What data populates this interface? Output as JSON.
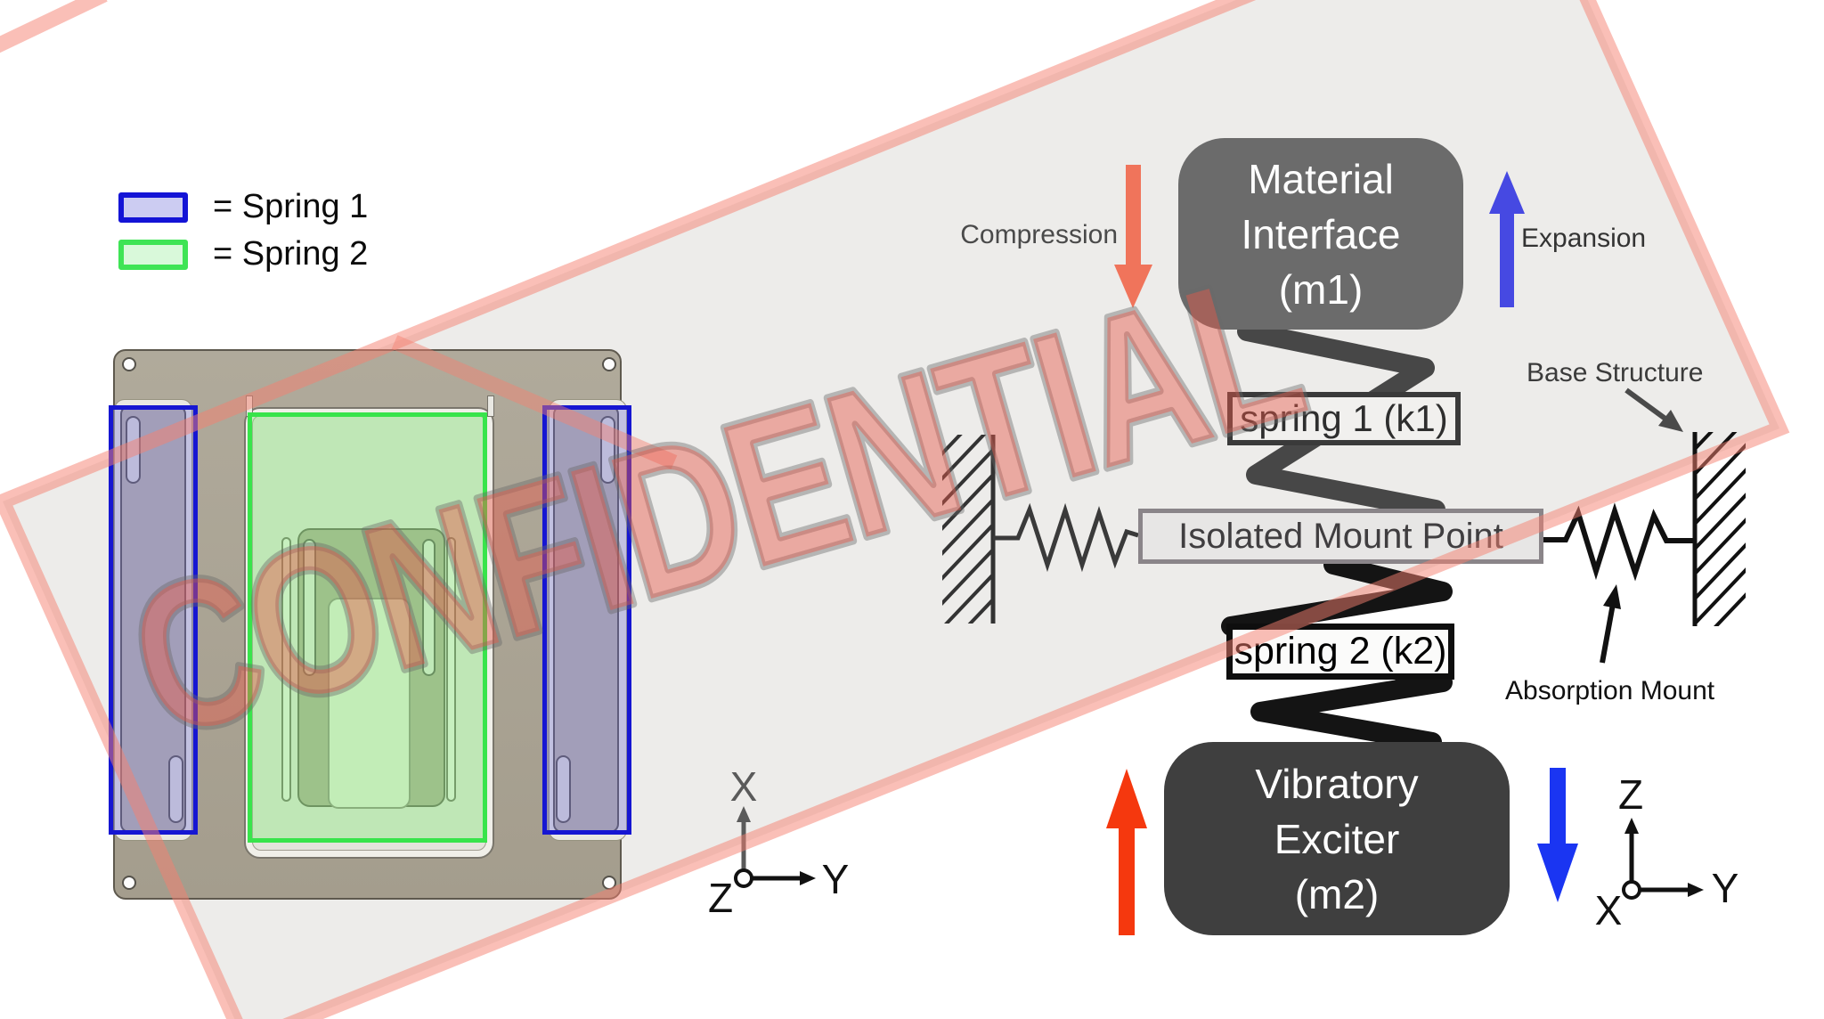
{
  "watermark": {
    "text": "CONFIDENTIAL"
  },
  "legend": {
    "item1": {
      "label": "= Spring 1",
      "color": "#1414D6"
    },
    "item2": {
      "label": "= Spring 2",
      "color": "#3FE455"
    }
  },
  "schematic": {
    "mass1": {
      "line1": "Material",
      "line2": "Interface",
      "line3": "(m1)"
    },
    "mass2": {
      "line1": "Vibratory",
      "line2": "Exciter",
      "line3": "(m2)"
    },
    "spring1_label": "spring 1 (k1)",
    "spring2_label": "spring 2 (k2)",
    "mount_label": "Isolated Mount Point",
    "compression_label": "Compression",
    "expansion_label": "Expansion",
    "base_structure_label": "Base Structure",
    "absorption_mount_label": "Absorption Mount",
    "axes_left": {
      "up": "X",
      "right": "Y",
      "out": "Z"
    },
    "axes_right": {
      "up": "Z",
      "right": "Y",
      "out": "X"
    }
  },
  "colors": {
    "spring1_overlay": "#1414D6",
    "spring2_overlay": "#3FE455",
    "compression_arrow": "#F0745B",
    "expansion_arrow": "#4649E2",
    "excite_arrow": "#F5380E",
    "response_arrow": "#1A35F2",
    "band_fill": "#EDECEA",
    "band_border": "#F78070",
    "watermark_pink": "#E75A4A",
    "mass1_fill": "#6B6B6B",
    "mass2_fill": "#3F3F3F",
    "plate_tan": "#A9A293"
  }
}
